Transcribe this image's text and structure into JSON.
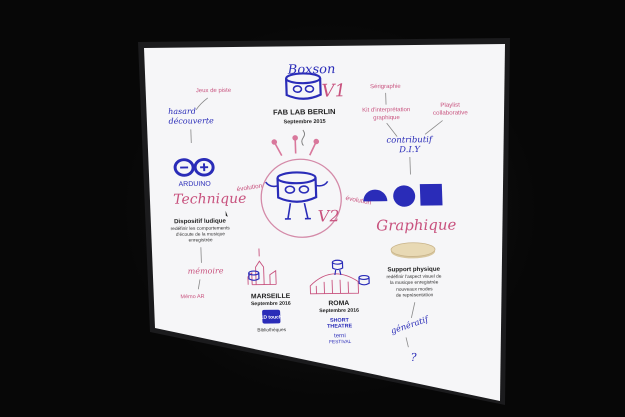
{
  "top": {
    "boxsong_label": "Boxson",
    "version_label": "V1",
    "location": "FAB LAB BERLIN",
    "date": "Septembre 2015"
  },
  "left": {
    "jeux_label": "Jeux de piste",
    "hasard_line1": "hasard",
    "hasard_line2": "découverte",
    "arduino_label": "ARDUINO",
    "technique_label": "Technique",
    "dispositif_title": "Dispositif ludique",
    "dispositif_line1": "redéfinir les comportements",
    "dispositif_line2": "d'écoute de la musique",
    "dispositif_line3": "enregistrée",
    "memoire_label": "mémoire",
    "memo_label": "Mémo AR"
  },
  "center": {
    "evolution_left": "évolution",
    "evolution_right": "évolution",
    "version2_label": "V2"
  },
  "right": {
    "serigraphie": "Sérigraphie",
    "kit_line1": "Kit d'interprétation",
    "kit_line2": "graphique",
    "playlist_line1": "Playlist",
    "playlist_line2": "collaborative",
    "contributif_line1": "contributif",
    "contributif_line2": "D.I.Y",
    "graphique_label": "Graphique",
    "support_title": "Support physique",
    "support_line1": "redéfinir l'aspect visuel de",
    "support_line2": "la musique enregistrée",
    "nouveaux_line1": "nouveaux modes",
    "nouveaux_line2": "de représentation",
    "generatif_label": "génératif",
    "question_mark": "?"
  },
  "bottom": {
    "marseille_city": "MARSEILLE",
    "marseille_date": "Septembre 2016",
    "marseille_logo": "1D touch",
    "marseille_sub": "Bibliothèques",
    "roma_city": "ROMA",
    "roma_date": "Septembre 2016",
    "roma_logo1_line1": "SHORT",
    "roma_logo1_line2": "THEATRE",
    "roma_logo2_line1": "terni",
    "roma_logo2_line2": "FESTIVAL"
  },
  "colors": {
    "blue": "#2a2cb8",
    "pink": "#c8527e",
    "screen": "#f6f6f8"
  }
}
